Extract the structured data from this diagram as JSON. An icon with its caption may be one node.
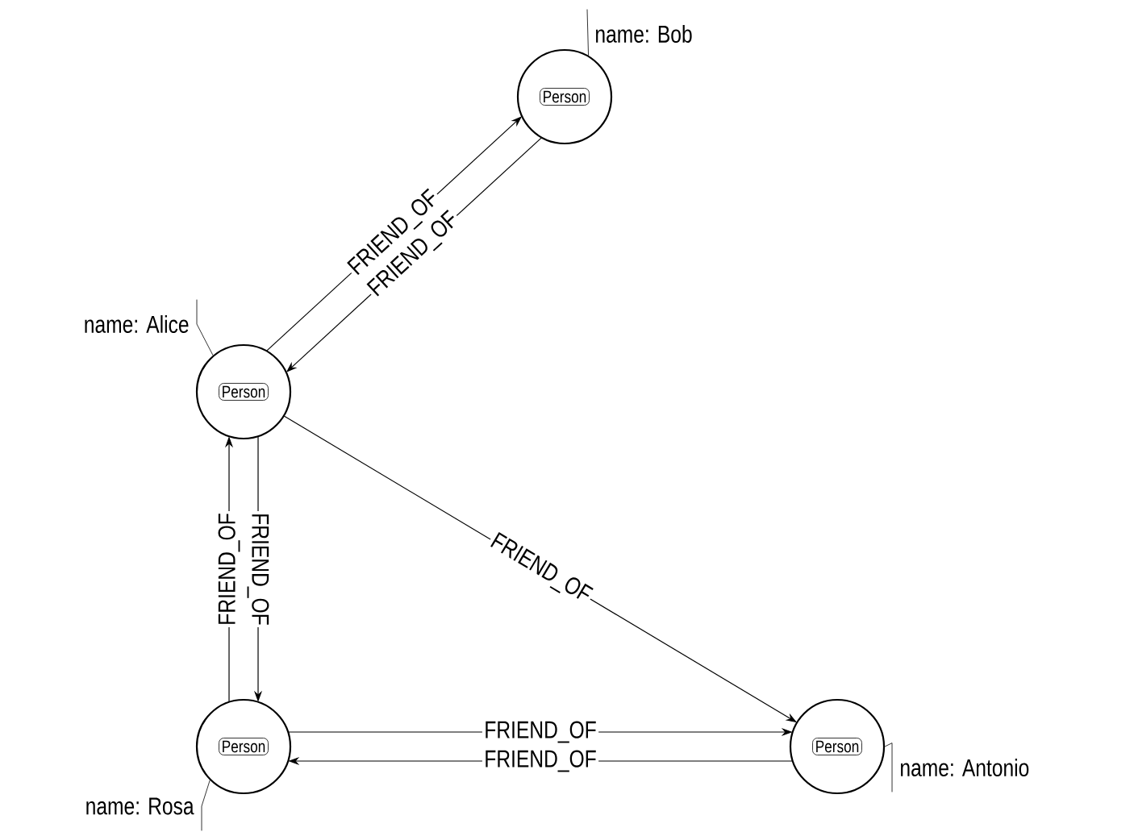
{
  "diagram": {
    "nodes": [
      {
        "text": [
          "name: Bob"
        ]
      },
      {
        "text": [
          "Person"
        ]
      },
      {
        "text": [
          "name: Alice"
        ]
      },
      {
        "text": [
          "Person"
        ]
      },
      {
        "text": [
          "Person"
        ]
      },
      {
        "text": [
          "Person"
        ]
      },
      {
        "text": [
          "name: Rosa"
        ]
      },
      {
        "text": [
          "name: Antonio"
        ]
      }
    ],
    "edges": [
      {
        "from": 3,
        "to": 1,
        "arrow": "to",
        "label": "FRIEND_OF"
      },
      {
        "from": 1,
        "to": 3,
        "arrow": "to",
        "label": "FRIEND_OF"
      },
      {
        "from": 4,
        "to": 3,
        "arrow": "to",
        "label": "FRIEND_OF"
      },
      {
        "from": 3,
        "to": 4,
        "arrow": "to",
        "label": "FRIEND_OF"
      },
      {
        "from": 3,
        "to": 5,
        "arrow": "to",
        "label": "FRIEND_OF"
      },
      {
        "from": 4,
        "to": 5,
        "arrow": "to",
        "label": "FRIEND_OF"
      },
      {
        "from": 5,
        "to": 4,
        "arrow": "to",
        "label": "FRIEND_OF"
      },
      {
        "from": 0,
        "to": 1,
        "arrow": "none"
      },
      {
        "from": 2,
        "to": 3,
        "arrow": "none"
      },
      {
        "from": 6,
        "to": 4,
        "arrow": "none"
      },
      {
        "from": 7,
        "to": 5,
        "arrow": "none"
      }
    ]
  }
}
